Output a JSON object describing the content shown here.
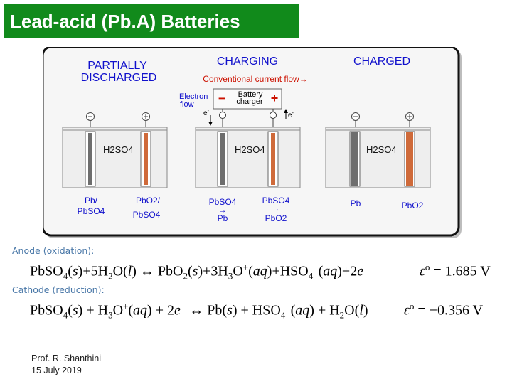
{
  "title": "Lead-acid (Pb.A) Batteries",
  "diagram": {
    "stage_partial": [
      "PARTIALLY",
      "DISCHARGED"
    ],
    "stage_charging": "CHARGING",
    "stage_charged": "CHARGED",
    "conventional_flow": "Conventional current flow→",
    "electron_flow": [
      "Electron",
      "flow"
    ],
    "charger": [
      "Battery",
      "charger"
    ],
    "minus": "−",
    "plus": "+",
    "electron_symbol": "e",
    "electron_sup": "-",
    "electrolyte": "H2SO4",
    "partial_left": [
      "Pb/",
      "PbSO4"
    ],
    "partial_right": [
      "PbO2/",
      "PbSO4"
    ],
    "charging_left": [
      "PbSO4",
      "→",
      "Pb"
    ],
    "charging_right": [
      "PbSO4",
      "→",
      "PbO2"
    ],
    "charged_left": "Pb",
    "charged_right": "PbO2",
    "colors": {
      "title_bg": "#118a1b",
      "stage_text": "#1111cc",
      "red_text": "#cc1100",
      "anode_electrode": "#6e6e6e",
      "cathode_electrode": "#cf6a3a",
      "panel_bg": "#f5f5f5"
    }
  },
  "anode": {
    "label": "Anode (oxidation):",
    "potential": "1.685 V"
  },
  "cathode": {
    "label": "Cathode (reduction):",
    "potential": "−0.356 V"
  },
  "footer": {
    "author": "Prof. R. Shanthini",
    "date": "15 July 2019"
  }
}
